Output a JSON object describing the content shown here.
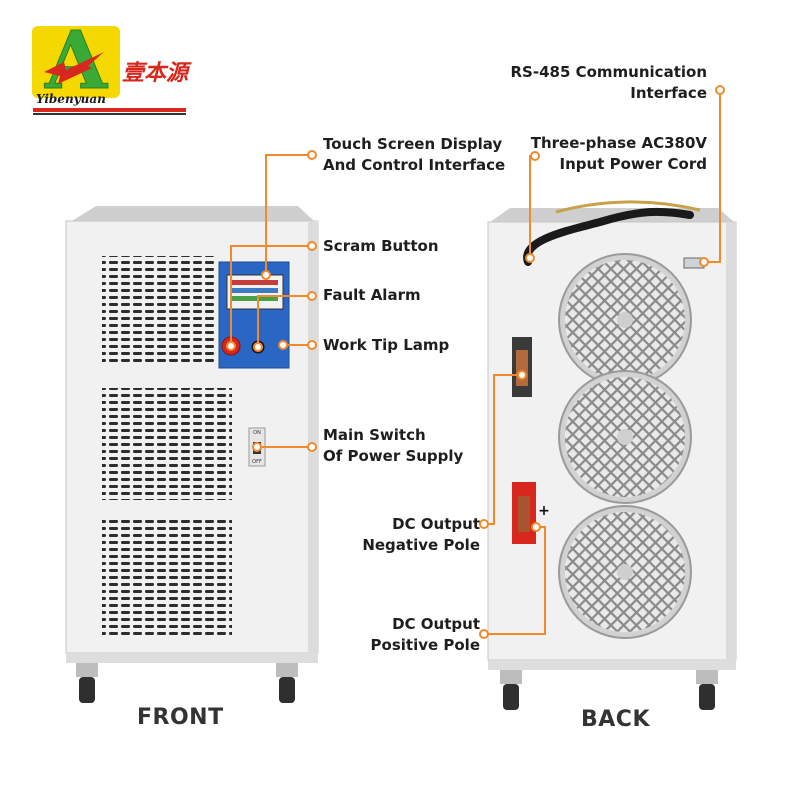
{
  "brand": {
    "logo_letter": "A",
    "latin_name": "Yibenyuan",
    "chinese_name": "壹本源",
    "color_red": "#d8271c",
    "color_green": "#3aa935",
    "color_yellow": "#f5d800"
  },
  "accent_color": "#f08a2c",
  "front": {
    "caption": "FRONT",
    "switch_on": "ON",
    "switch_off": "OFF",
    "labels": {
      "touch_screen": [
        "Touch Screen Display",
        "And Control Interface"
      ],
      "scram": "Scram Button",
      "fault": "Fault Alarm",
      "work_tip": "Work Tip Lamp",
      "main_switch": [
        "Main Switch",
        "Of Power Supply"
      ]
    }
  },
  "back": {
    "caption": "BACK",
    "pole_symbol": "+",
    "labels": {
      "rs485": [
        "RS-485 Communication",
        "Interface"
      ],
      "ac_input": [
        "Three-phase AC380V",
        "Input Power Cord"
      ],
      "dc_negative": [
        "DC Output",
        "Negative Pole"
      ],
      "dc_positive": [
        "DC Output",
        "Positive Pole"
      ]
    }
  }
}
